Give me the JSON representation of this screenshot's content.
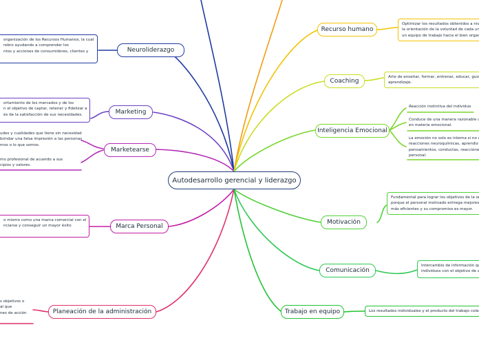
{
  "central": {
    "label": "Autodesarrollo gerencial y liderazgo"
  },
  "left_branches": [
    {
      "label": "Neuroliderazgo",
      "color": "#1f3aa0",
      "note": [
        "organización de los Recursos Humanos, la cual",
        "rebro ayudando a comprender los",
        "ntos y acciones de consumidores, clientes y"
      ]
    },
    {
      "label": "Marketing",
      "color": "#6b3fc4",
      "note": [
        "ortamiento de los mercados y de los",
        "n el objetivo de captar, retener y fidelizar a",
        "és de la satisfacción de sus necesidades."
      ]
    },
    {
      "label": "Marketearse",
      "color": "#b32ab8",
      "note_a": [
        "udes y cualidades que tiene sin necesidad",
        "brindar una falsa impresión a las personas",
        "mos o lo que somos."
      ],
      "note_b": [
        "mo profesional  de acuerdo a sus",
        "cipios y valores."
      ]
    },
    {
      "label": "Marca Personal",
      "color": "#c21da6",
      "note": [
        "o mismo como una marca comercial con el",
        "nciarse y conseguir un mayor éxito"
      ]
    },
    {
      "label": "Planeación de la  administración",
      "color": "#e02f6b",
      "note": [
        "s objetivos o",
        "al que",
        "nes de acción"
      ]
    }
  ],
  "right_branches": [
    {
      "label": "Recurso humano",
      "color": "#f2c200",
      "note": [
        "Optimizar los resultados obtenidos a niv",
        "la orientación de la voluntad de cada uno",
        "un equipo de trabajo hacia el bien organ"
      ]
    },
    {
      "label": "Coaching",
      "color": "#c9dd22",
      "note": [
        "Arte de enseñar, formar, entrenar, educar, guia",
        "aprendizaje."
      ]
    },
    {
      "label": "Inteligencia Emocional",
      "color": "#79d62a",
      "note_a": [
        "Reacción instintiva del individuo"
      ],
      "note_b": [
        "Conduce de una manera razonable c",
        "en materia emocional."
      ],
      "note_c": [
        "La emoción no solo es interna si no q",
        "reacciones neuroquímicas, aprendiz",
        "pensamientos, conductas, reaccione",
        "personal."
      ]
    },
    {
      "label": "Motivación",
      "color": "#4fd138",
      "note": [
        "Fundamental para lograr los objetivos de la org",
        "porque el personal motivado entrega mejores r",
        "más eficientes y su compromiso es mayor."
      ]
    },
    {
      "label": "Comunicación",
      "color": "#2ec854",
      "note": [
        "Intercambio de información qu",
        "individuos con el objetivo de ap"
      ]
    },
    {
      "label": "Trabajo en equipo",
      "color": "#22c233",
      "note": [
        "Los resultados individuales y el producto del trabajo colec"
      ]
    }
  ]
}
